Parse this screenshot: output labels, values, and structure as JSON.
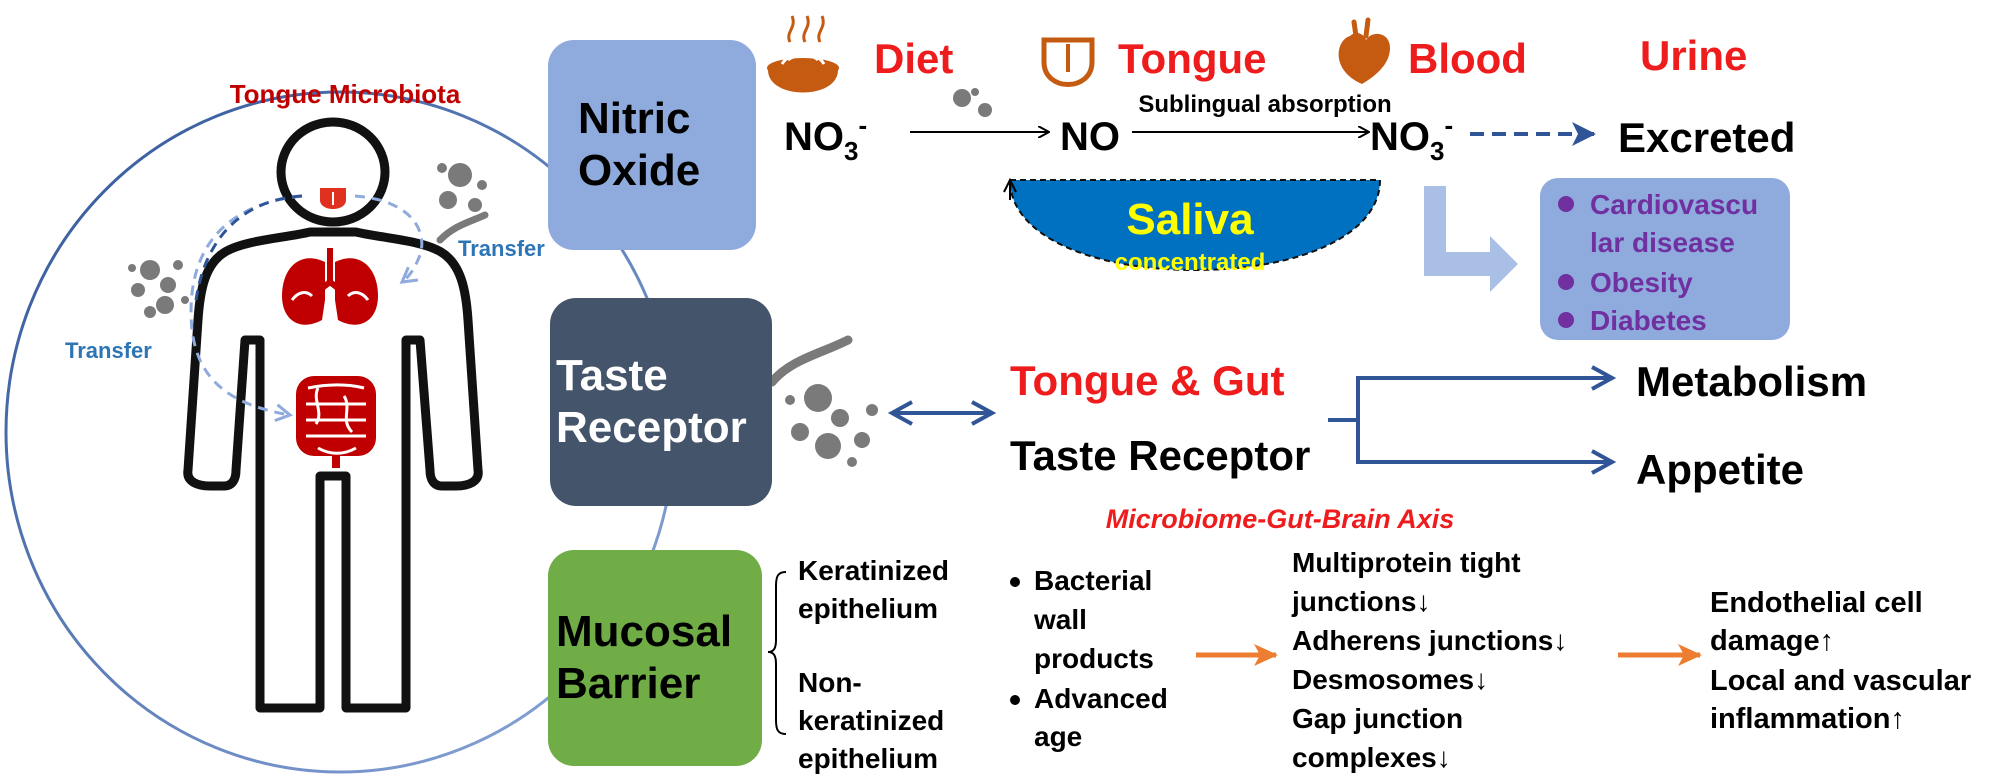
{
  "figure": {
    "tongue_microbiota_label": "Tongue Microbiota",
    "transfer_left": "Transfer",
    "transfer_right": "Transfer",
    "colors": {
      "red": "#ee1c1c",
      "dark_red": "#c00000",
      "blue_text": "#2e75b6",
      "arrow_blue": "#2f5597",
      "orange": "#ed7d31",
      "purple": "#7030a0",
      "nitric_box": "#8faadc",
      "taste_box": "#44546a",
      "mucosal_box": "#70ad47",
      "saliva_fill": "#0070c0",
      "saliva_text": "#ffff00"
    }
  },
  "nitric": {
    "box_label_1": "Nitric",
    "box_label_2": "Oxide",
    "stages": [
      "Diet",
      "Tongue",
      "Blood",
      "Urine"
    ],
    "no3_left": "NO",
    "no3_left_sub": "3",
    "no3_left_sup": "-",
    "no_mid": "NO",
    "no3_right": "NO",
    "no3_right_sub": "3",
    "no3_right_sup": "-",
    "sublingual": "Sublingual absorption",
    "excreted": "Excreted",
    "saliva": "Saliva",
    "concentrated": "concentrated",
    "diseases": [
      "Cardiovascu",
      "lar disease",
      "Obesity",
      "Diabetes"
    ]
  },
  "taste": {
    "box_label_1": "Taste",
    "box_label_2": "Receptor",
    "tongue_gut": "Tongue & Gut",
    "taste_receptor": "Taste Receptor",
    "metabolism": "Metabolism",
    "appetite": "Appetite",
    "axis_label": "Microbiome-Gut-Brain Axis"
  },
  "mucosal": {
    "box_label_1": "Mucosal",
    "box_label_2": "Barrier",
    "epithelium": [
      "Keratinized",
      "epithelium",
      "Non-",
      "keratinized",
      "epithelium"
    ],
    "factors": [
      "Bacterial",
      "wall",
      "products",
      "Advanced",
      "age"
    ],
    "junctions": [
      "Multiprotein tight",
      "junctions↓",
      "Adherens junctions↓",
      "Desmosomes↓",
      "Gap junction",
      "complexes↓"
    ],
    "outcomes": [
      "Endothelial cell",
      "damage↑",
      "Local and vascular",
      "inflammation↑"
    ]
  }
}
